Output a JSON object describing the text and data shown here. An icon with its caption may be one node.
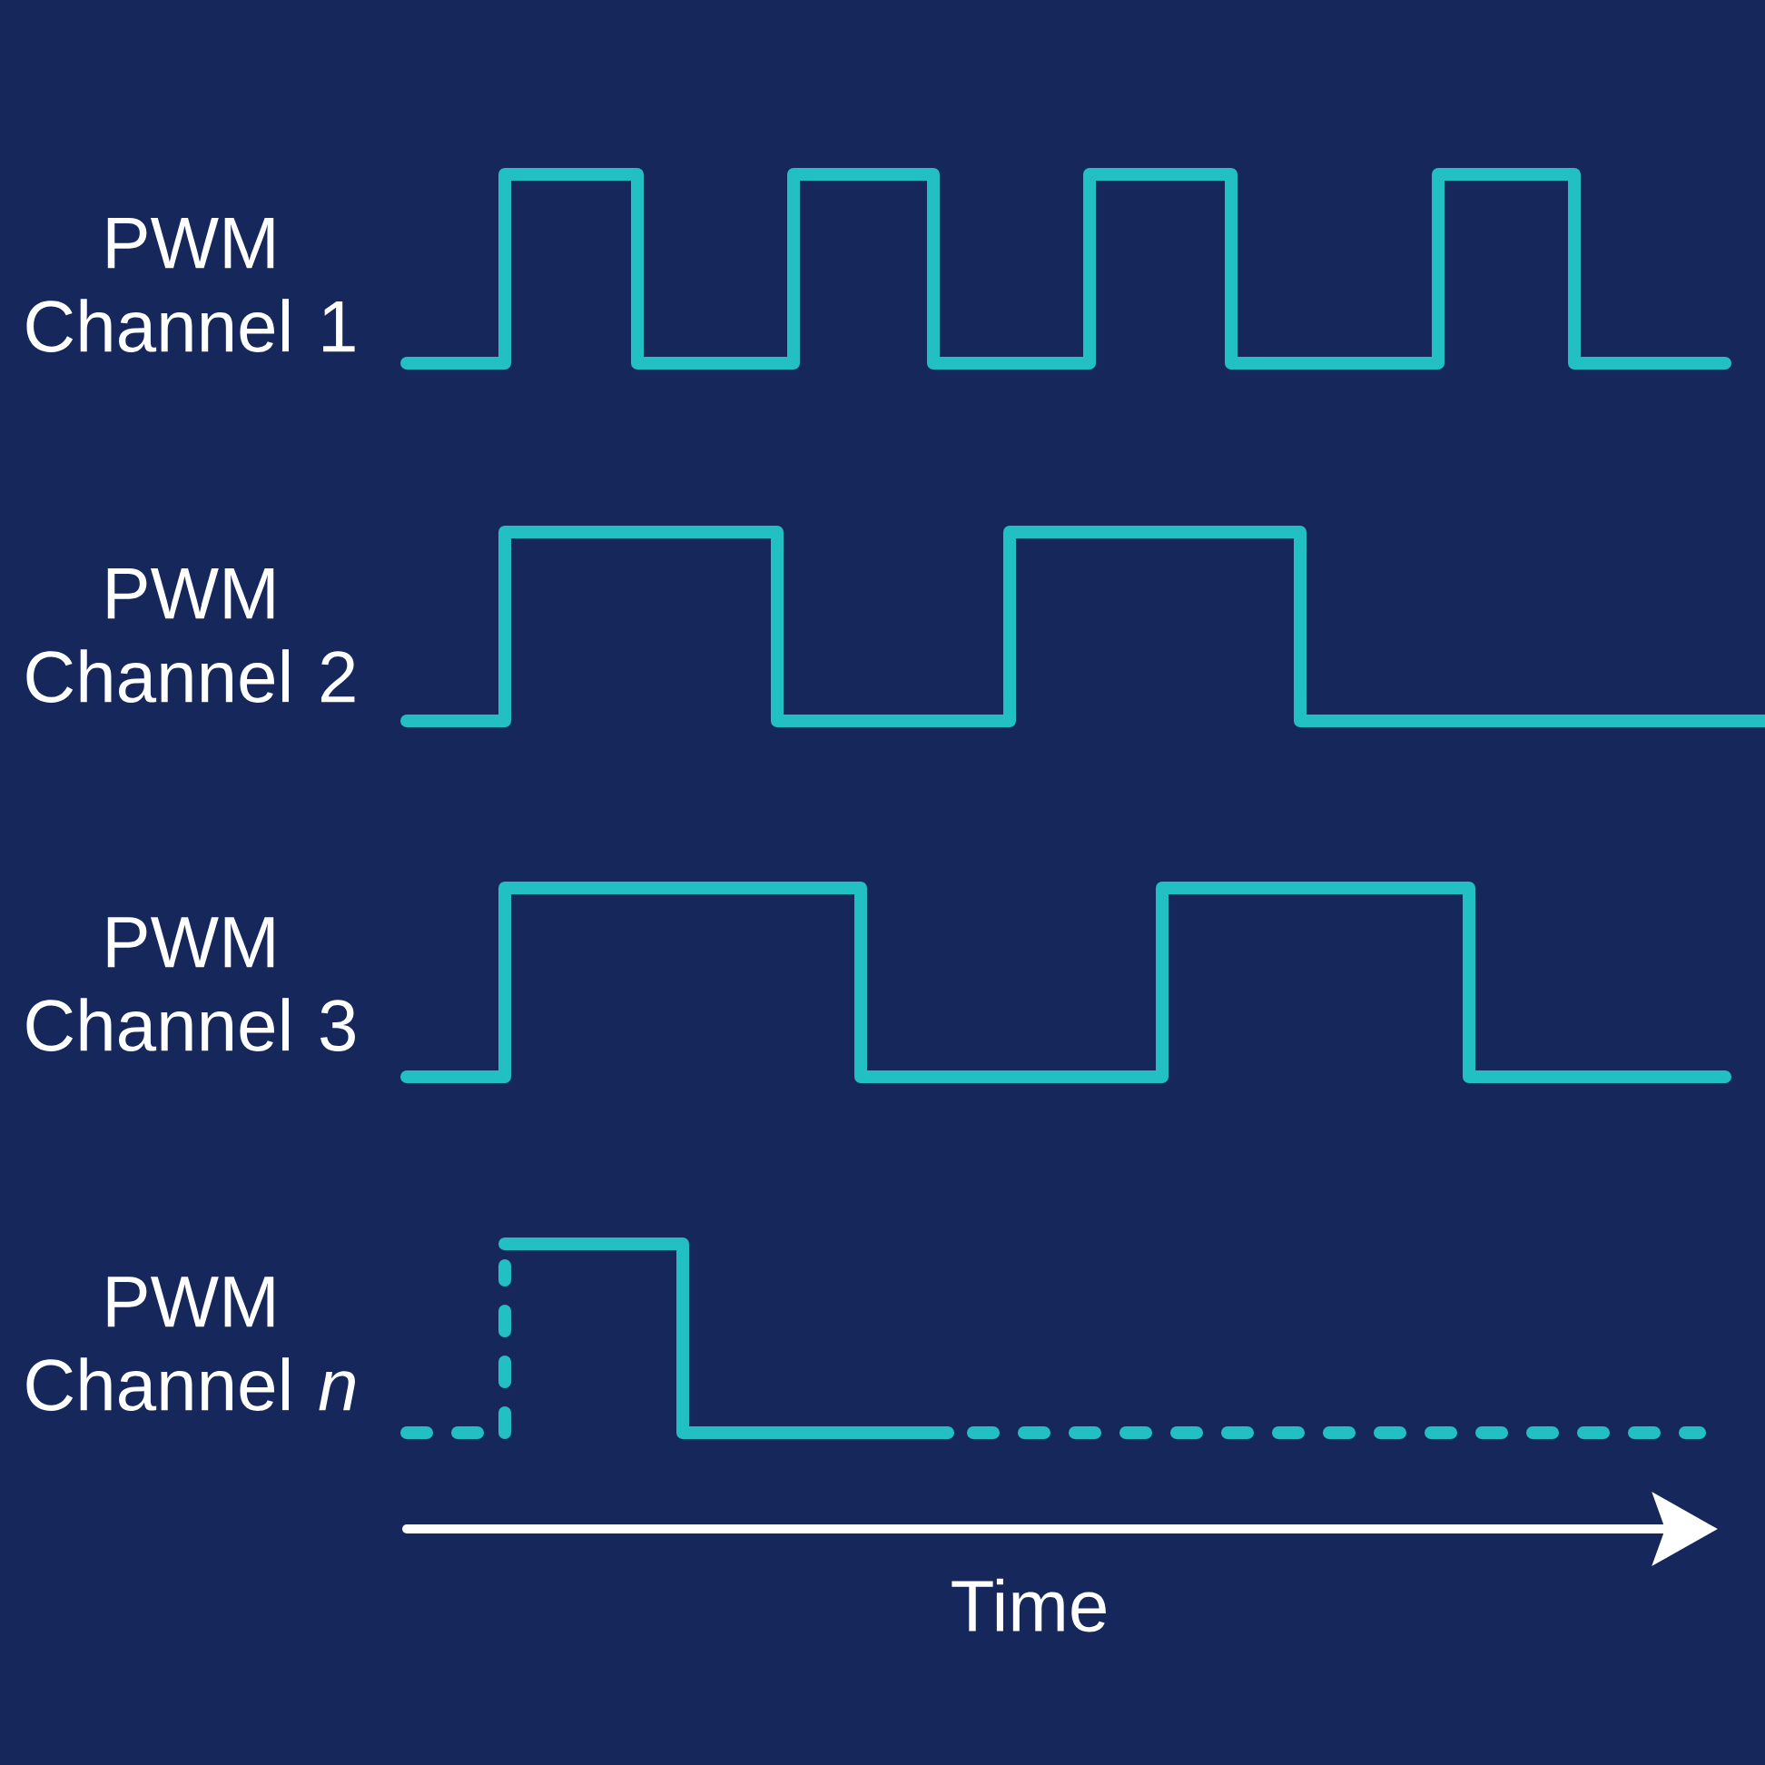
{
  "diagram": {
    "labels": [
      "PWM Channel 1",
      "PWM Channel 2",
      "PWM Channel 3",
      "PWM Channel *n*",
      "Time"
    ]
  }
}
